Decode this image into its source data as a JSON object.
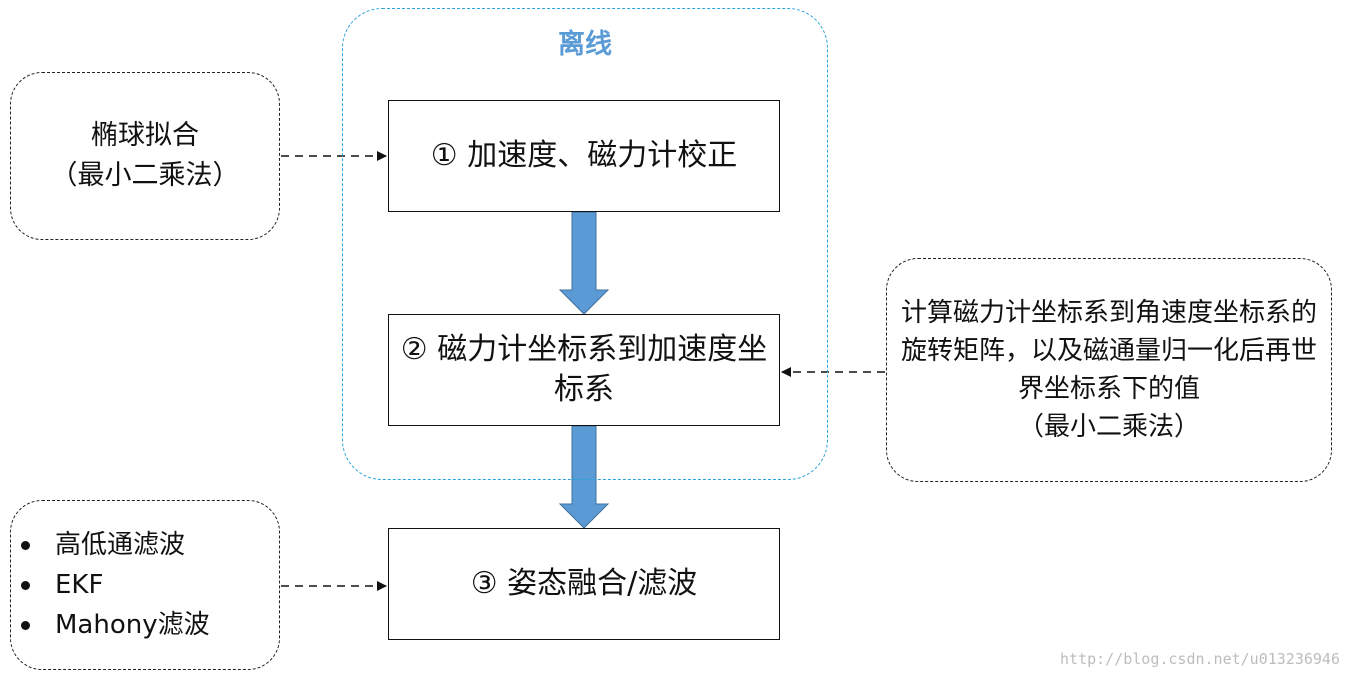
{
  "group": {
    "label": "离线",
    "border_color": "#2aa3dc",
    "label_color": "#5b9bd5"
  },
  "steps": [
    {
      "label": "① 加速度、磁力计校正"
    },
    {
      "label": "② 磁力计坐标系到加速度坐标系"
    },
    {
      "label": "③ 姿态融合/滤波"
    }
  ],
  "notes": {
    "ellipsoid_fit": {
      "lines": [
        "椭球拟合",
        "（最小二乘法）"
      ]
    },
    "rotation_matrix": {
      "lines": [
        "计算磁力计坐标系到角速度坐标系的旋转矩阵，以及磁通量归一化后再世界坐标系下的值",
        "（最小二乘法）"
      ]
    },
    "filters": {
      "items": [
        "高低通滤波",
        "EKF",
        "Mahony滤波"
      ]
    }
  },
  "flow_arrow_color": "#5b9bd5",
  "watermark": "http://blog.csdn.net/u013236946"
}
